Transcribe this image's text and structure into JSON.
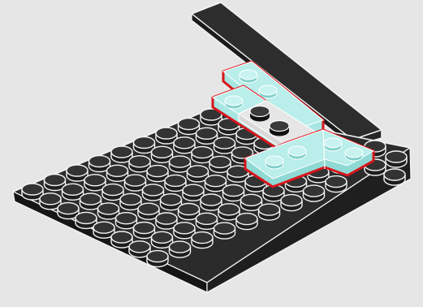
{
  "scene": {
    "description_kind": "instruction-step",
    "base_plate": {
      "color": "#2b2b2b",
      "stud_rows": 8,
      "stud_cols": 10
    },
    "tall_plate": {
      "color": "#2b2b2b"
    },
    "new_parts": {
      "color": "#a8e6e2",
      "outline_color": "#d9141b"
    },
    "grey_tile": {
      "color": "#d9d9d9",
      "studs": 2
    }
  },
  "colors": {
    "background": "#e6e6e6",
    "dark_plate": "#2b2b2b",
    "stud_edge": "#f0f0f0",
    "trans_cyan": "#a8e6e2",
    "highlight": "#d9141b"
  }
}
